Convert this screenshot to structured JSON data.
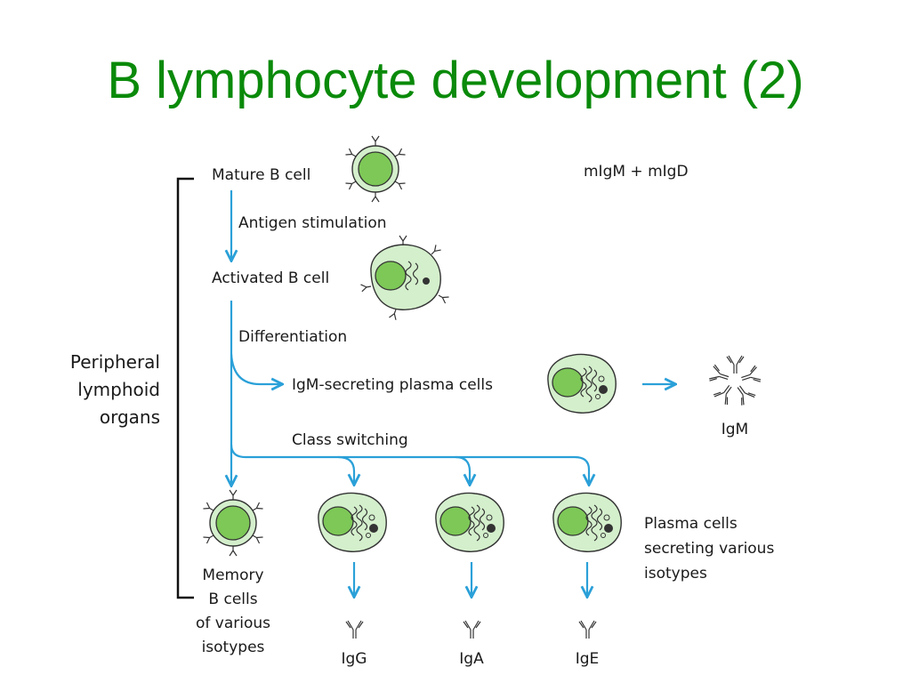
{
  "title": "B lymphocyte development (2)",
  "diagram": {
    "bracket_label": [
      "Peripheral",
      "lymphoid",
      "organs"
    ],
    "stages": {
      "mature": "Mature B cell",
      "mature_receptors": "mIgM + mIgD",
      "antigen_step": "Antigen stimulation",
      "activated": "Activated B cell",
      "differentiation_step": "Differentiation",
      "igm_plasma": "IgM-secreting plasma cells",
      "igm_product": "IgM",
      "class_switch_step": "Class switching",
      "plasma_various": [
        "Plasma cells",
        "secreting various",
        "isotypes"
      ],
      "memory": [
        "Memory",
        "B cells",
        "of various",
        "isotypes"
      ]
    },
    "isotypes": [
      "IgG",
      "IgA",
      "IgE"
    ],
    "colors": {
      "cell_fill": "#d4efcc",
      "nucleus_fill": "#7dc857",
      "arrow": "#2aa0d8",
      "title": "#0a8a0a"
    }
  }
}
